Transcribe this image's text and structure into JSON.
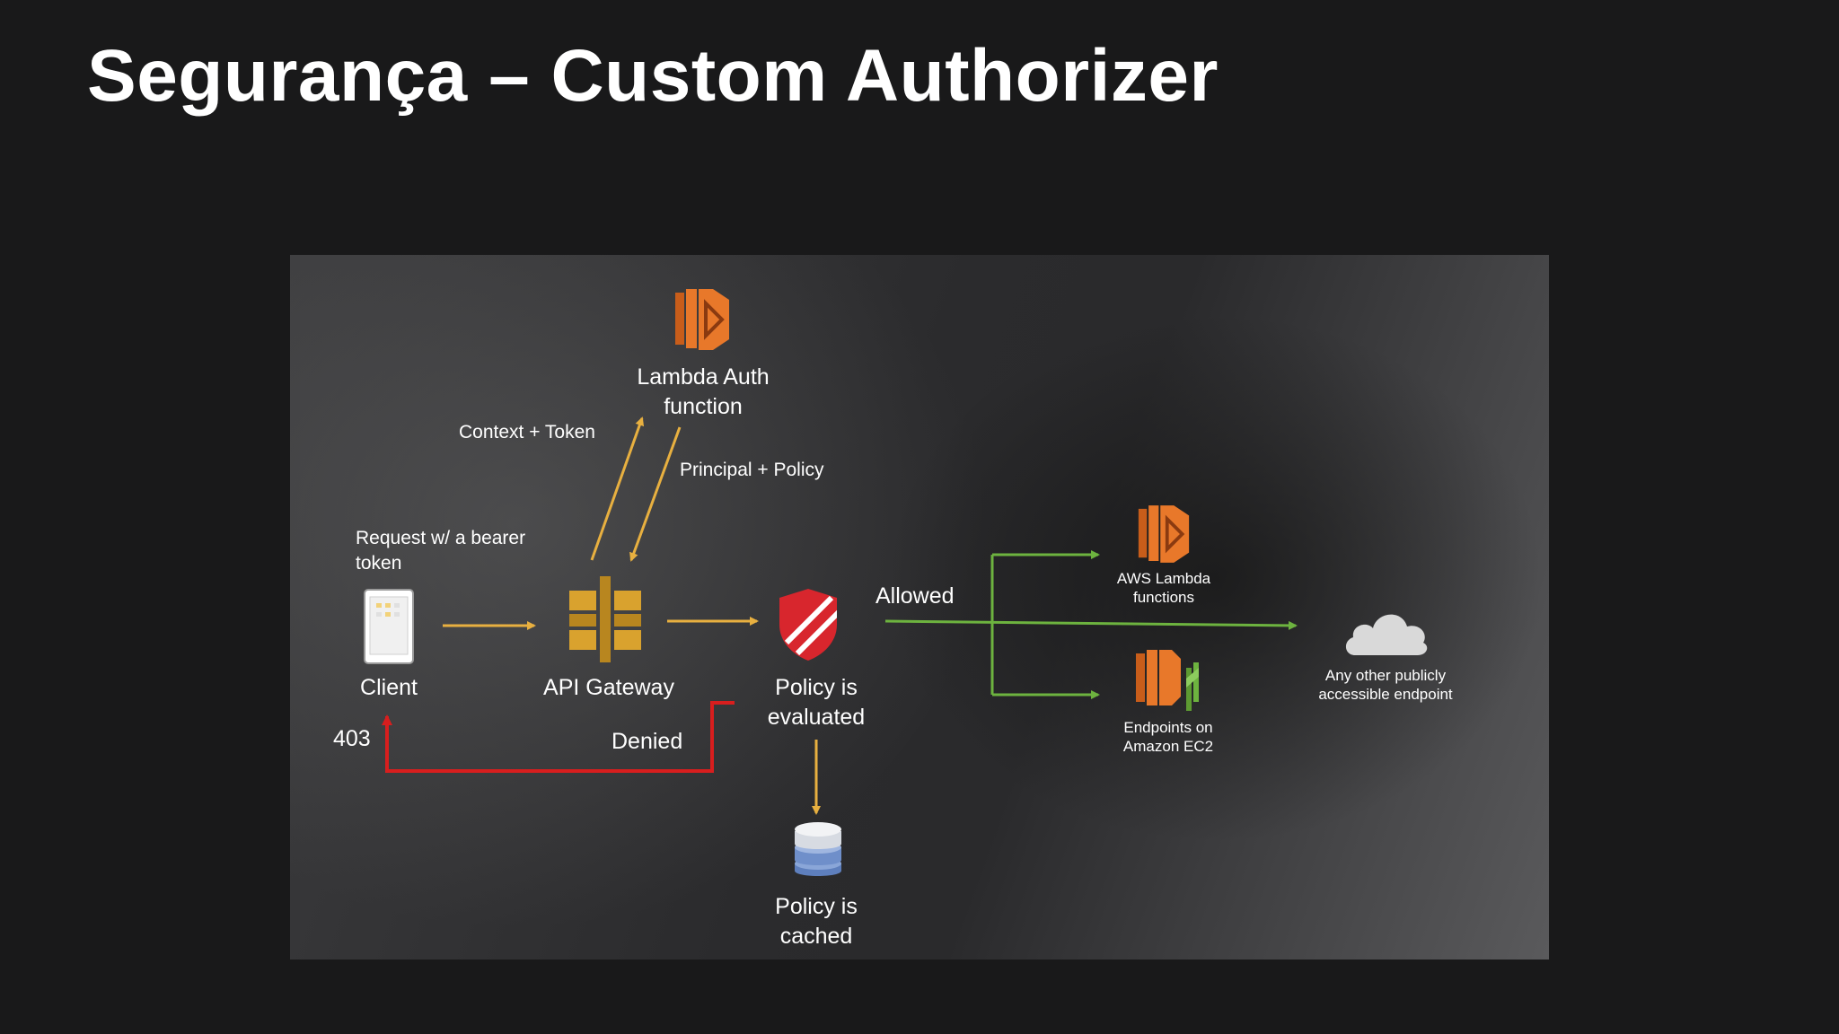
{
  "slide": {
    "title": "Segurança – Custom Authorizer"
  },
  "diagram": {
    "nodes": {
      "lambda_auth": {
        "label": "Lambda Auth\nfunction",
        "icon": "aws-lambda-icon"
      },
      "client": {
        "label": "Client",
        "icon": "client-device-icon"
      },
      "api_gateway": {
        "label": "API Gateway",
        "icon": "api-gateway-icon"
      },
      "policy_evaluated": {
        "label": "Policy is\nevaluated",
        "icon": "policy-shield-icon"
      },
      "policy_cached": {
        "label": "Policy is\ncached",
        "icon": "database-cache-icon"
      },
      "aws_lambda_functions": {
        "label": "AWS Lambda\nfunctions",
        "icon": "aws-lambda-icon"
      },
      "ec2_endpoints": {
        "label": "Endpoints on\nAmazon EC2",
        "icon": "amazon-ec2-icon"
      },
      "public_endpoint": {
        "label": "Any other publicly\naccessible endpoint",
        "icon": "cloud-icon"
      }
    },
    "edge_labels": {
      "request": "Request w/ a bearer\ntoken",
      "context_token": "Context + Token",
      "principal_policy": "Principal + Policy",
      "allowed": "Allowed",
      "denied": "Denied",
      "status_403": "403"
    },
    "colors": {
      "flow_arrow": "#e8b040",
      "allowed_arrow": "#6db33f",
      "denied_arrow": "#d81e1e",
      "aws_orange": "#e8782a",
      "api_gold": "#d9a22e",
      "shield_red": "#d8262d",
      "cache_blue": "#7b9bd0"
    }
  }
}
